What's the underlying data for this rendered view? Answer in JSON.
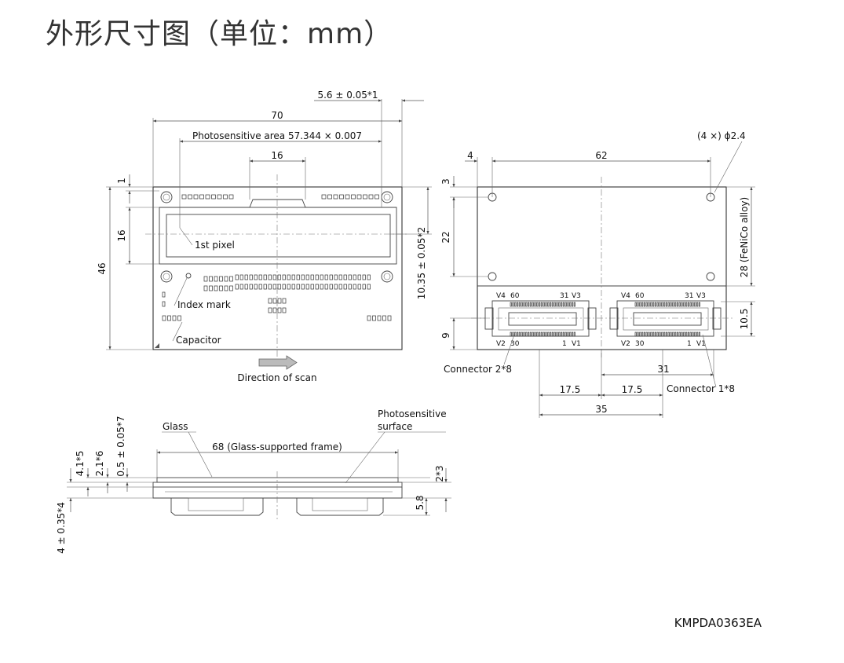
{
  "title": "外形尺寸图（单位：mm）",
  "drawing_code": "KMPDA0363EA",
  "top_view": {
    "dim_total_width": "70",
    "dim_window_offset": "5.6 ± 0.05*1",
    "dim_photosensitive_area": "Photosensitive area 57.344 × 0.007",
    "dim_center_notch": "16",
    "dim_top_margin": "1",
    "dim_window_height": "16",
    "dim_total_height": "46",
    "dim_pixel_line": "10.35 ± 0.05*2",
    "label_first_pixel": "1st pixel",
    "label_index_mark": "Index mark",
    "label_capacitor": "Capacitor",
    "label_scan_direction": "Direction of scan"
  },
  "back_view": {
    "dim_hole_offset": "4",
    "dim_hole_pitch": "62",
    "label_holes": "(4 ×) ϕ2.4",
    "dim_hole_top": "3",
    "dim_hole_vertical": "22",
    "label_plate": "28 (FeNiCo alloy)",
    "dim_conn_height": "10.5",
    "dim_conn_offset": "9",
    "conn_pin_labels": {
      "v4": "V4",
      "p60": "60",
      "p31": "31",
      "v3": "V3",
      "v2": "V2",
      "p30": "30",
      "p1": "1",
      "v1": "V1"
    },
    "label_connector_2": "Connector 2*8",
    "label_connector_1": "Connector 1*8",
    "dim_conn1_width": "31",
    "dim_left_half": "17.5",
    "dim_right_half": "17.5",
    "dim_conn_span": "35"
  },
  "side_view": {
    "label_glass": "Glass",
    "label_photosensitive_surface_line1": "Photosensitive",
    "label_photosensitive_surface_line2": "surface",
    "dim_glass_frame": "68 (Glass-supported frame)",
    "dim_a": "4.1*5",
    "dim_b": "2.1*6",
    "dim_c": "0.5 ± 0.05*7",
    "dim_d": "4 ± 0.35*4",
    "dim_e": "2*3",
    "dim_f": "5.8"
  }
}
